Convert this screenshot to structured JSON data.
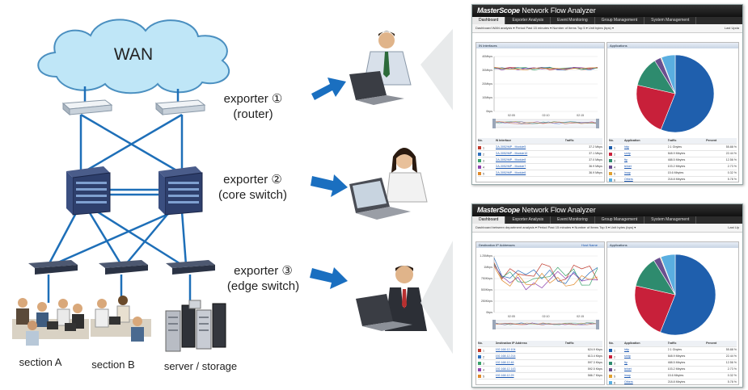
{
  "network": {
    "wan_label": "WAN",
    "exporter1": {
      "line1": "exporter ①",
      "line2": "(router)"
    },
    "exporter2": {
      "line1": "exporter ②",
      "line2": "(core switch)"
    },
    "exporter3": {
      "line1": "exporter ③",
      "line2": "(edge switch)"
    },
    "section_a": "section A",
    "section_b": "section B",
    "server_storage": "server / storage"
  },
  "dash1": {
    "title_logo": "MasterScope",
    "title_text": "Network Flow Analyzer",
    "tabs": [
      "Dashboard",
      "Exporter Analysis",
      "Event Monitoring",
      "Group Management",
      "System Management"
    ],
    "filter_bar": "Dashboard  WAN analysis  ▾    Period  Past 15 minutes ▾   Number of Items  Top 5 ▾   Unit  bytes (bps) ▾",
    "last_update": "Last Upda",
    "left_panel": "IN Interfaces",
    "right_panel": "Applications",
    "yticks": [
      "40Mbps",
      "30Mbps",
      "20Mbps",
      "10Mbps",
      "0bps"
    ],
    "xticks": [
      "02:05",
      "02:10",
      "02:15"
    ],
    "left_header": [
      "No.",
      "IN Interface",
      "Traffic"
    ],
    "left_rows": [
      [
        "1",
        "GA-3052/MP - Module5",
        "37.2 Mbps"
      ],
      [
        "2",
        "GA-3052/MP - Module10",
        "37.1 Mbps"
      ],
      [
        "3",
        "GA-3052/MP - Module8",
        "37.0 Mbps"
      ],
      [
        "4",
        "GA-3052/MP - Module7",
        "36.9 Mbps"
      ],
      [
        "5",
        "GA-3052/MP - Module6",
        "36.9 Mbps"
      ]
    ],
    "right_header": [
      "No.",
      "Application",
      "Traffic",
      "Percent"
    ],
    "right_rows": [
      [
        "1",
        "http",
        "2.1 Gbytes",
        "55.88 %"
      ],
      [
        "2",
        "smtp",
        "848.9 Mbytes",
        "22.44 %"
      ],
      [
        "3",
        "ftp",
        "488.5 Mbytes",
        "12.56 %"
      ],
      [
        "4",
        "telnet",
        "103.2 Mbytes",
        "2.73 %"
      ],
      [
        "5",
        "imap",
        "15.6 Mbytes",
        "0.32 %"
      ],
      [
        "6",
        "Others",
        "218.8 Mbytes",
        "5.78 %"
      ]
    ]
  },
  "dash2": {
    "title_logo": "MasterScope",
    "title_text": "Network Flow Analyzer",
    "tabs": [
      "Dashboard",
      "Exporter Analysis",
      "Event Monitoring",
      "Group Management",
      "System Management"
    ],
    "filter_bar": "Dashboard  between department analysis ▾   Period  Past 15 minutes ▾   Number of Items  Top 5 ▾   Unit  bytes (bps) ▾",
    "last_update": "Last Up",
    "left_panel": "Destination IP Addresses",
    "left_panel_btn": "Host Name",
    "right_panel": "Applications",
    "yticks": [
      "1.25Mbps",
      "1Mbps",
      "750Kbps",
      "500Kbps",
      "250Kbps",
      "0bps"
    ],
    "xticks": [
      "02:05",
      "02:10",
      "02:15"
    ],
    "left_header": [
      "No.",
      "Destination IP Address",
      "Traffic"
    ],
    "left_rows": [
      [
        "1",
        "192.168.12.104",
        "624.9 Kbps"
      ],
      [
        "2",
        "192.168.12.214",
        "613.4 Kbps"
      ],
      [
        "3",
        "192.168.12.46",
        "597.3 Kbps"
      ],
      [
        "4",
        "192.168.12.143",
        "592.5 Kbps"
      ],
      [
        "5",
        "192.168.12.29",
        "586.7 Kbps"
      ]
    ],
    "right_header": [
      "No.",
      "Application",
      "Traffic",
      "Percent"
    ],
    "right_rows": [
      [
        "1",
        "http",
        "2.1 Gbytes",
        "55.88 %"
      ],
      [
        "2",
        "smtp",
        "848.9 Mbytes",
        "22.44 %"
      ],
      [
        "3",
        "ftp",
        "488.5 Mbytes",
        "12.56 %"
      ],
      [
        "4",
        "telnet",
        "103.2 Mbytes",
        "2.73 %"
      ],
      [
        "5",
        "imap",
        "15.6 Mbytes",
        "0.32 %"
      ],
      [
        "6",
        "Others",
        "218.8 Mbytes",
        "5.78 %"
      ]
    ]
  },
  "pie_values": [
    55.88,
    22.44,
    12.56,
    2.73,
    0.32,
    5.78
  ],
  "colors": {
    "pie": [
      "#1f5fad",
      "#c8203a",
      "#2e8b6e",
      "#6b4f8f",
      "#e0a030",
      "#5aaee0"
    ],
    "series": [
      "#c0392b",
      "#2c6fbd",
      "#3aa36b",
      "#8e44ad",
      "#e08a2b"
    ],
    "arrow": "#1a6fc0",
    "wan_cloud": "#bfe6f7"
  }
}
